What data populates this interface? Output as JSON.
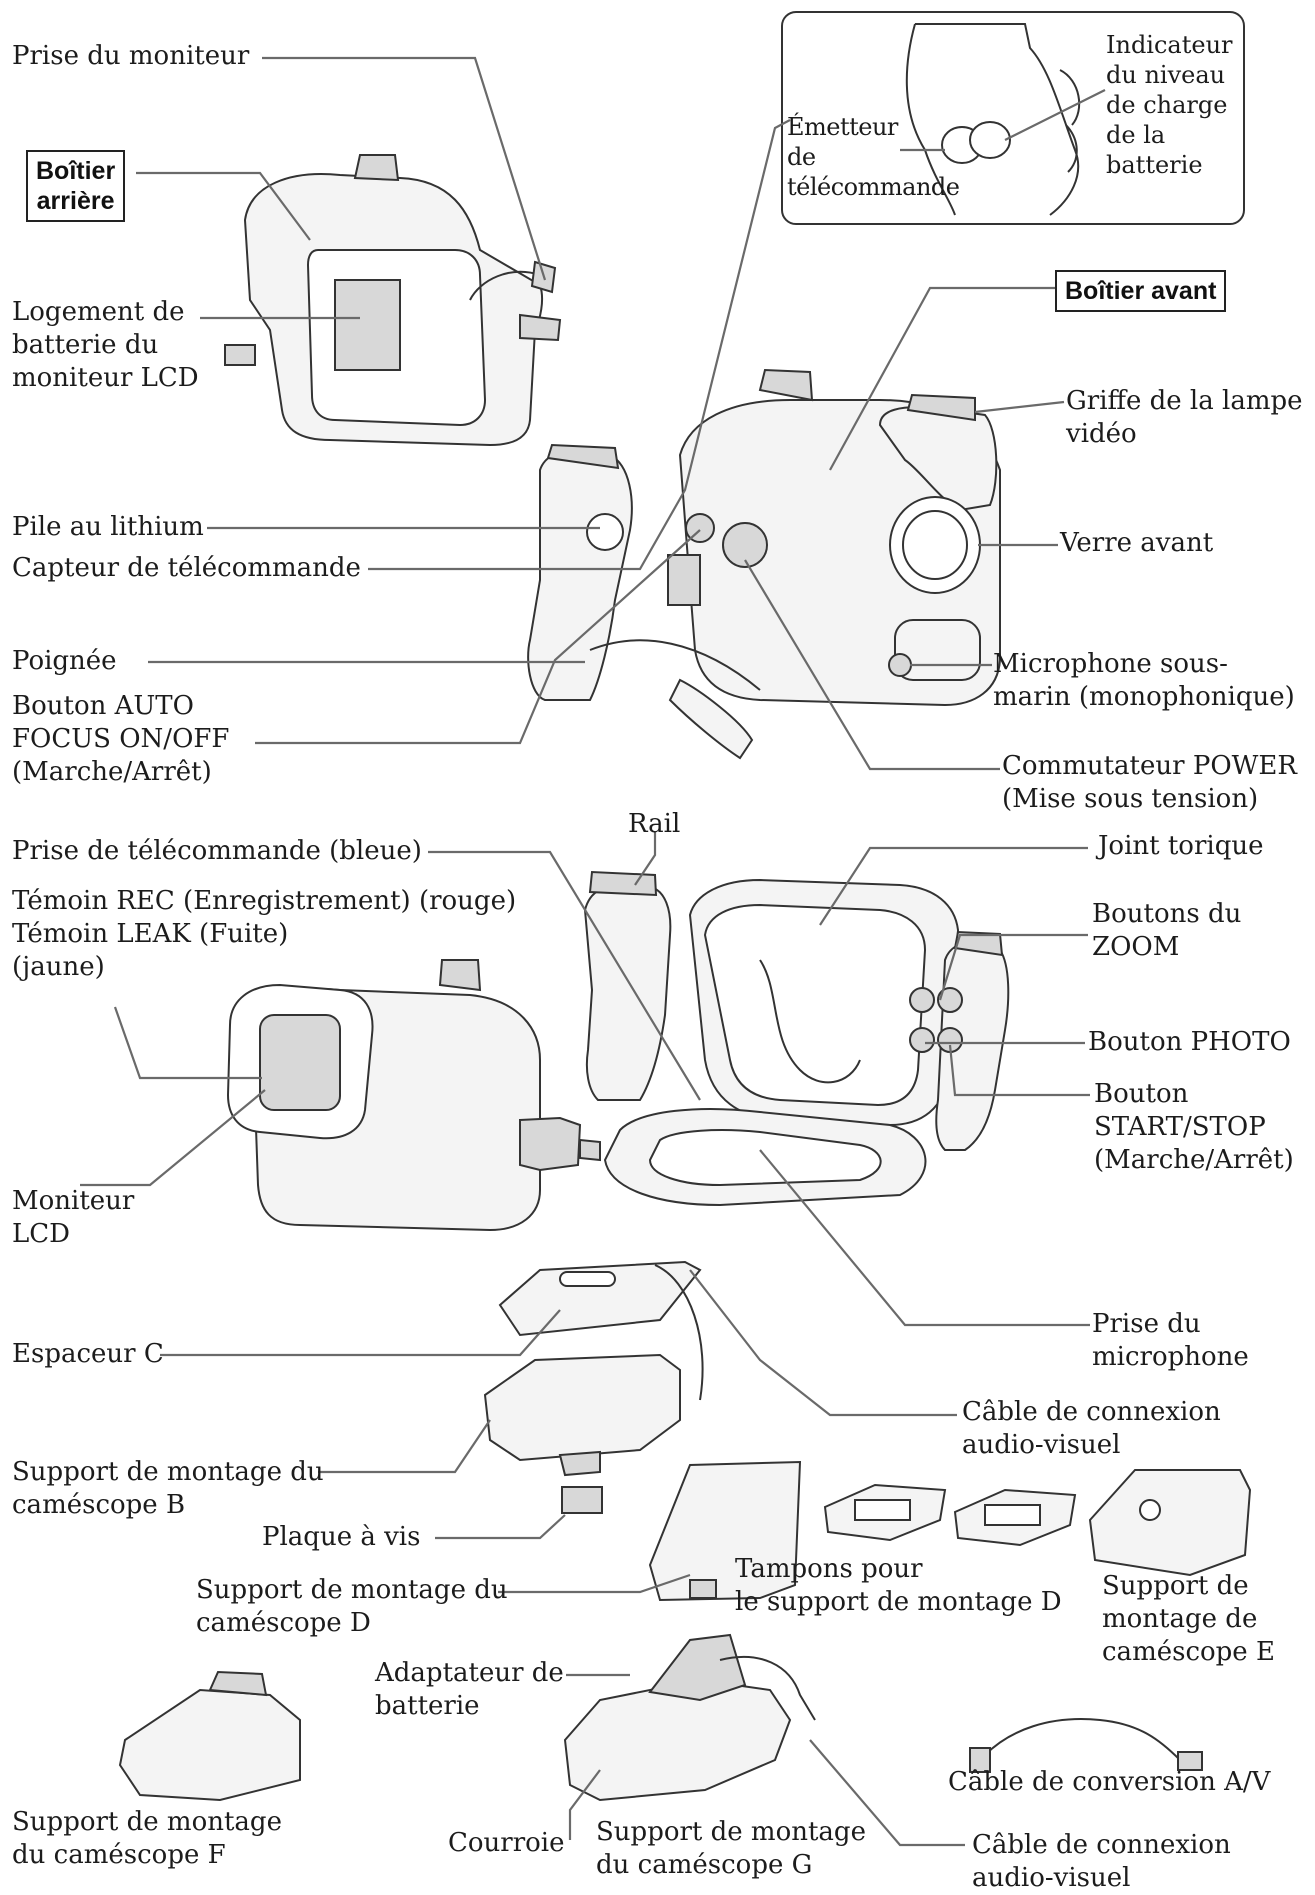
{
  "colors": {
    "ink": "#1c1c1c",
    "leader": "#6a6a6a",
    "background": "#ffffff"
  },
  "boxes": {
    "rear_housing": "Boîtier\narrière",
    "front_housing": "Boîtier avant"
  },
  "labels": {
    "monitor_jack": "Prise du moniteur",
    "lcd_battery_slot": "Logement de\nbatterie du\nmoniteur LCD",
    "lithium_battery": "Pile au lithium",
    "remote_sensor": "Capteur de télécommande",
    "grip": "Poignée",
    "auto_focus_button": "Bouton AUTO\nFOCUS ON/OFF\n(Marche/Arrêt)",
    "remote_emitter": "Émetteur\nde\ntélécommande",
    "battery_level_indicator": "Indicateur\ndu niveau\nde charge\nde la\nbatterie",
    "video_light_shoe": "Griffe de la lampe\nvidéo",
    "front_glass": "Verre avant",
    "underwater_mic": "Microphone sous-\nmarin (monophonique)",
    "power_switch": "Commutateur POWER\n(Mise sous tension)",
    "rail": "Rail",
    "remote_jack": "Prise de télécommande (bleue)",
    "rec_leak_lamps": "Témoin REC (Enregistrement) (rouge)\nTémoin LEAK (Fuite)\n(jaune)",
    "o_ring": "Joint torique",
    "zoom_buttons": "Boutons du\nZOOM",
    "photo_button": "Bouton PHOTO",
    "start_stop_button": "Bouton\nSTART/STOP\n(Marche/Arrêt)",
    "lcd_monitor": "Moniteur\nLCD",
    "mic_jack": "Prise du\nmicrophone",
    "spacer_c": "Espaceur C",
    "av_cable_1": "Câble de connexion\naudio-visuel",
    "mount_b": "Support de montage du\ncaméscope B",
    "screw_plate": "Plaque à vis",
    "mount_d": "Support de montage du\ncaméscope D",
    "pads_d": "Tampons pour\nle support de montage D",
    "mount_e": "Support de\nmontage de\ncaméscope E",
    "battery_adapter": "Adaptateur de\nbatterie",
    "av_conversion_cable": "Câble de conversion A/V",
    "mount_f": "Support de montage\ndu caméscope F",
    "strap": "Courroie",
    "mount_g": "Support de montage\ndu caméscope G",
    "av_cable_2": "Câble de connexion\naudio-visuel"
  }
}
